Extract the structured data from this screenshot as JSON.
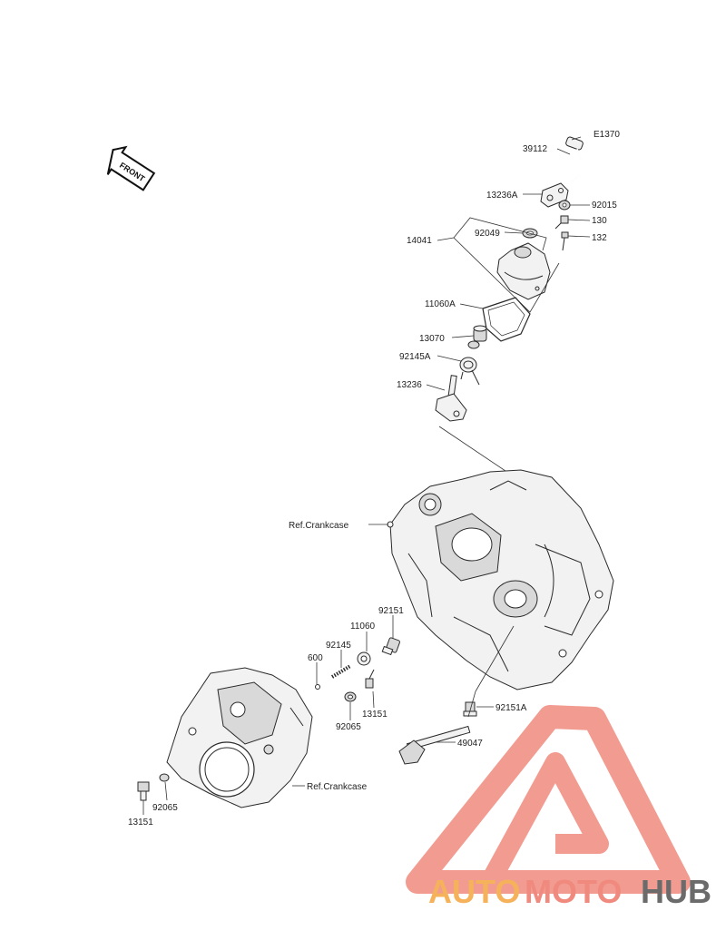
{
  "diagram_code": "E1370",
  "front_arrow": {
    "label": "FRONT"
  },
  "parts": [
    {
      "id": "39112",
      "text": "39112"
    },
    {
      "id": "13236A",
      "text": "13236A"
    },
    {
      "id": "92015",
      "text": "92015"
    },
    {
      "id": "130",
      "text": "130"
    },
    {
      "id": "92049",
      "text": "92049"
    },
    {
      "id": "132",
      "text": "132"
    },
    {
      "id": "14041",
      "text": "14041"
    },
    {
      "id": "11060A",
      "text": "11060A"
    },
    {
      "id": "13070",
      "text": "13070"
    },
    {
      "id": "92145A",
      "text": "92145A"
    },
    {
      "id": "13236",
      "text": "13236"
    },
    {
      "id": "ref-crankcase-upper",
      "text": "Ref.Crankcase"
    },
    {
      "id": "92151",
      "text": "92151"
    },
    {
      "id": "11060",
      "text": "11060"
    },
    {
      "id": "92145",
      "text": "92145"
    },
    {
      "id": "600",
      "text": "600"
    },
    {
      "id": "13151-mid",
      "text": "13151"
    },
    {
      "id": "92065-mid",
      "text": "92065"
    },
    {
      "id": "92151A",
      "text": "92151A"
    },
    {
      "id": "49047",
      "text": "49047"
    },
    {
      "id": "ref-crankcase-lower",
      "text": "Ref.Crankcase"
    },
    {
      "id": "92065-low",
      "text": "92065"
    },
    {
      "id": "13151-low",
      "text": "13151"
    }
  ],
  "watermark": {
    "word1": "AUTO",
    "word2": "MOTO",
    "word3": "HUB",
    "color_primary": "#f08a7e",
    "color_secondary": "#f6b25a",
    "color_dark": "#6b6b6b"
  }
}
